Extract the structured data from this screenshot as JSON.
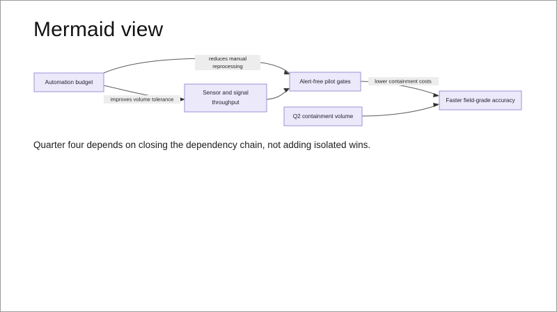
{
  "slide": {
    "title": "Mermaid view",
    "caption": "Quarter four depends on closing the dependency chain, not adding isolated wins."
  },
  "diagram": {
    "type": "flowchart",
    "direction": "left-to-right",
    "node_fill": "#ece9fb",
    "node_border": "#9a93d4",
    "edge_color": "#5a5a5a",
    "edge_label_bg": "#ededed",
    "nodes": [
      {
        "id": "automation-budget",
        "label": "Automation budget",
        "label_line_1": "Automation budget",
        "label_line_2": ""
      },
      {
        "id": "sensor-signal-throughput",
        "label": "Sensor and signal throughput",
        "label_line_1": "Sensor and signal",
        "label_line_2": "throughput"
      },
      {
        "id": "alert-free-pilot-gates",
        "label": "Alert-free pilot gates",
        "label_line_1": "Alert-free pilot gates",
        "label_line_2": ""
      },
      {
        "id": "q2-containment-volume",
        "label": "Q2 containment volume",
        "label_line_1": "Q2 containment volume",
        "label_line_2": ""
      },
      {
        "id": "faster-field-grade-accuracy",
        "label": "Faster field-grade accuracy",
        "label_line_1": "Faster field-grade accuracy",
        "label_line_2": ""
      }
    ],
    "edges": [
      {
        "id": "edge-budget-to-gates",
        "from": "automation-budget",
        "to": "alert-free-pilot-gates",
        "label_line_1": "reduces manual",
        "label_line_2": "reprocessing"
      },
      {
        "id": "edge-budget-to-throughput",
        "from": "automation-budget",
        "to": "sensor-signal-throughput",
        "label_line_1": "improves volume tolerance",
        "label_line_2": ""
      },
      {
        "id": "edge-throughput-to-gates",
        "from": "sensor-signal-throughput",
        "to": "alert-free-pilot-gates",
        "label_line_1": "",
        "label_line_2": ""
      },
      {
        "id": "edge-gates-to-accuracy",
        "from": "alert-free-pilot-gates",
        "to": "faster-field-grade-accuracy",
        "label_line_1": "lower containment costs",
        "label_line_2": ""
      },
      {
        "id": "edge-q2-to-accuracy",
        "from": "q2-containment-volume",
        "to": "faster-field-grade-accuracy",
        "label_line_1": "",
        "label_line_2": ""
      }
    ]
  }
}
